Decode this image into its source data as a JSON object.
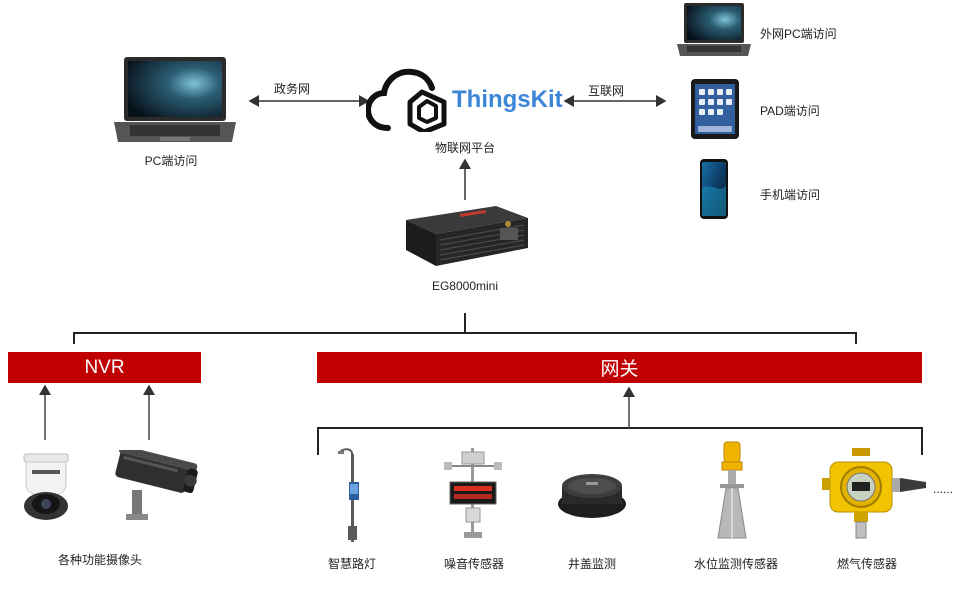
{
  "platform": {
    "brand": "ThingsKit",
    "caption": "物联网平台",
    "left_link": "政务网",
    "right_link": "互联网"
  },
  "clients": {
    "pc": "PC端访问",
    "external_pc": "外网PC端访问",
    "pad": "PAD端访问",
    "phone": "手机端访问"
  },
  "gateway_device": {
    "label": "EG8000mini"
  },
  "bars": {
    "nvr": "NVR",
    "gateway": "网关"
  },
  "cameras": {
    "label": "各种功能摄像头"
  },
  "sensors": [
    "智慧路灯",
    "噪音传感器",
    "井盖监测",
    "水位监测传感器",
    "燃气传感器"
  ],
  "more": "......",
  "colors": {
    "bar_red": "#c00000",
    "brand_blue": "#3b86d6"
  }
}
